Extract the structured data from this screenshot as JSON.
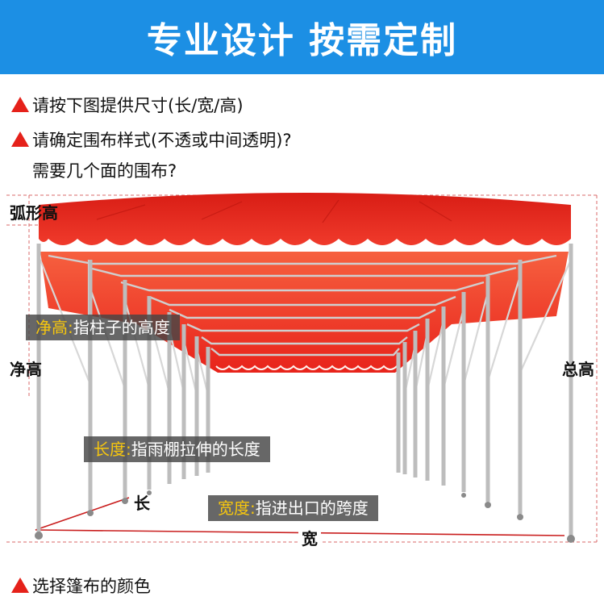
{
  "header": {
    "title": "专业设计 按需定制"
  },
  "instructions": {
    "line1": "请按下图提供尺寸(长/宽/高)",
    "line2": "请确定围布样式(不透或中间透明)?",
    "line3": "需要几个面的围布?",
    "line4": "选择篷布的颜色"
  },
  "dimensions": {
    "arc_height": "弧形高",
    "clear_height": "净高",
    "total_height": "总高",
    "length": "长",
    "width": "宽"
  },
  "notes": {
    "clear_height": {
      "key": "净高:",
      "text": "指柱子的高度"
    },
    "length": {
      "key": "长度:",
      "text": "指雨棚拉伸的长度"
    },
    "width": {
      "key": "宽度:",
      "text": "指进出口的跨度"
    }
  },
  "colors": {
    "banner": "#1c8fe4",
    "bullet": "#e5211a",
    "canopy": "#e8231b",
    "dimension_line": "#c91e1e",
    "note_key": "#f6c60e"
  }
}
